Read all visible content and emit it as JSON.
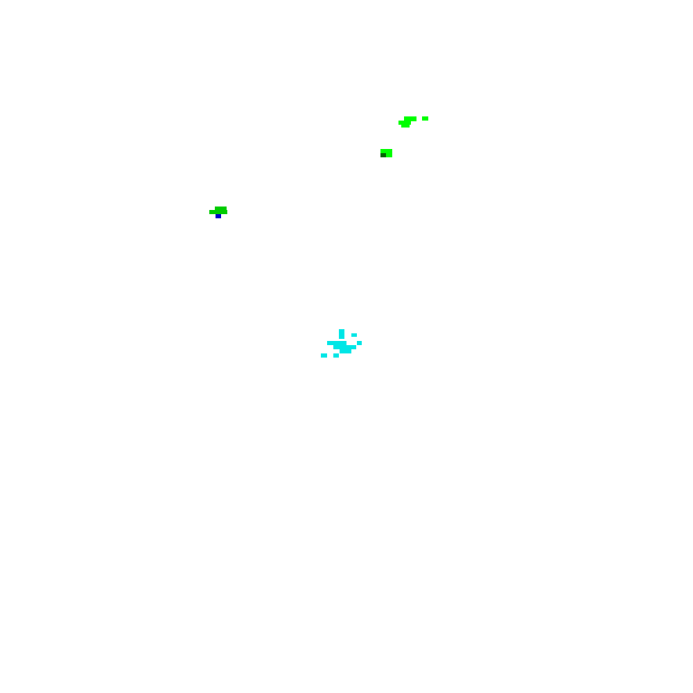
{
  "canvas": {
    "background": "#ffffff"
  },
  "colors": {
    "bright_green": "#00ff00",
    "green": "#00cc00",
    "dark_green": "#006600",
    "blue": "#0000cc",
    "cyan": "#00e6e6"
  },
  "clusters": [
    {
      "name": "green-cluster-upper-right",
      "color_key": "bright_green"
    },
    {
      "name": "green-cluster-middle",
      "color_key": "bright_green"
    },
    {
      "name": "green-cluster-left",
      "color_key": "green"
    },
    {
      "name": "cyan-cluster-center",
      "color_key": "cyan"
    }
  ]
}
